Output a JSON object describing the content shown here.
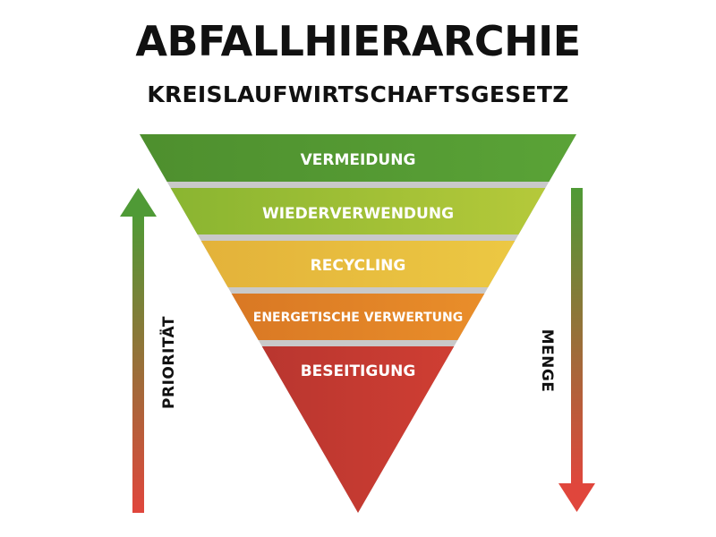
{
  "title": "ABFALLHIERARCHIE",
  "subtitle": "KREISLAUFWIRTSCHAFTSGESETZ",
  "tiers": [
    {
      "label": "VERMEIDUNG",
      "color_start": "#4e8f2e",
      "color_end": "#5aa337"
    },
    {
      "label": "WIEDERVERWENDUNG",
      "color_start": "#8ab531",
      "color_end": "#b5c93a"
    },
    {
      "label": "RECYCLING",
      "color_start": "#e3b23a",
      "color_end": "#ecc843"
    },
    {
      "label": "ENERGETISCHE VERWERTUNG",
      "color_start": "#d97824",
      "color_end": "#e98e2a"
    },
    {
      "label": "BESEITIGUNG",
      "color_start": "#b9362f",
      "color_end": "#cf3e33"
    }
  ],
  "left_axis": {
    "label": "PRIORITÄT",
    "direction": "up",
    "color_top": "#4f9a36",
    "color_bottom": "#e0463c"
  },
  "right_axis": {
    "label": "MENGE",
    "direction": "down",
    "color_top": "#4f9a36",
    "color_bottom": "#e0463c"
  },
  "separator_color": "#c9c9c9"
}
